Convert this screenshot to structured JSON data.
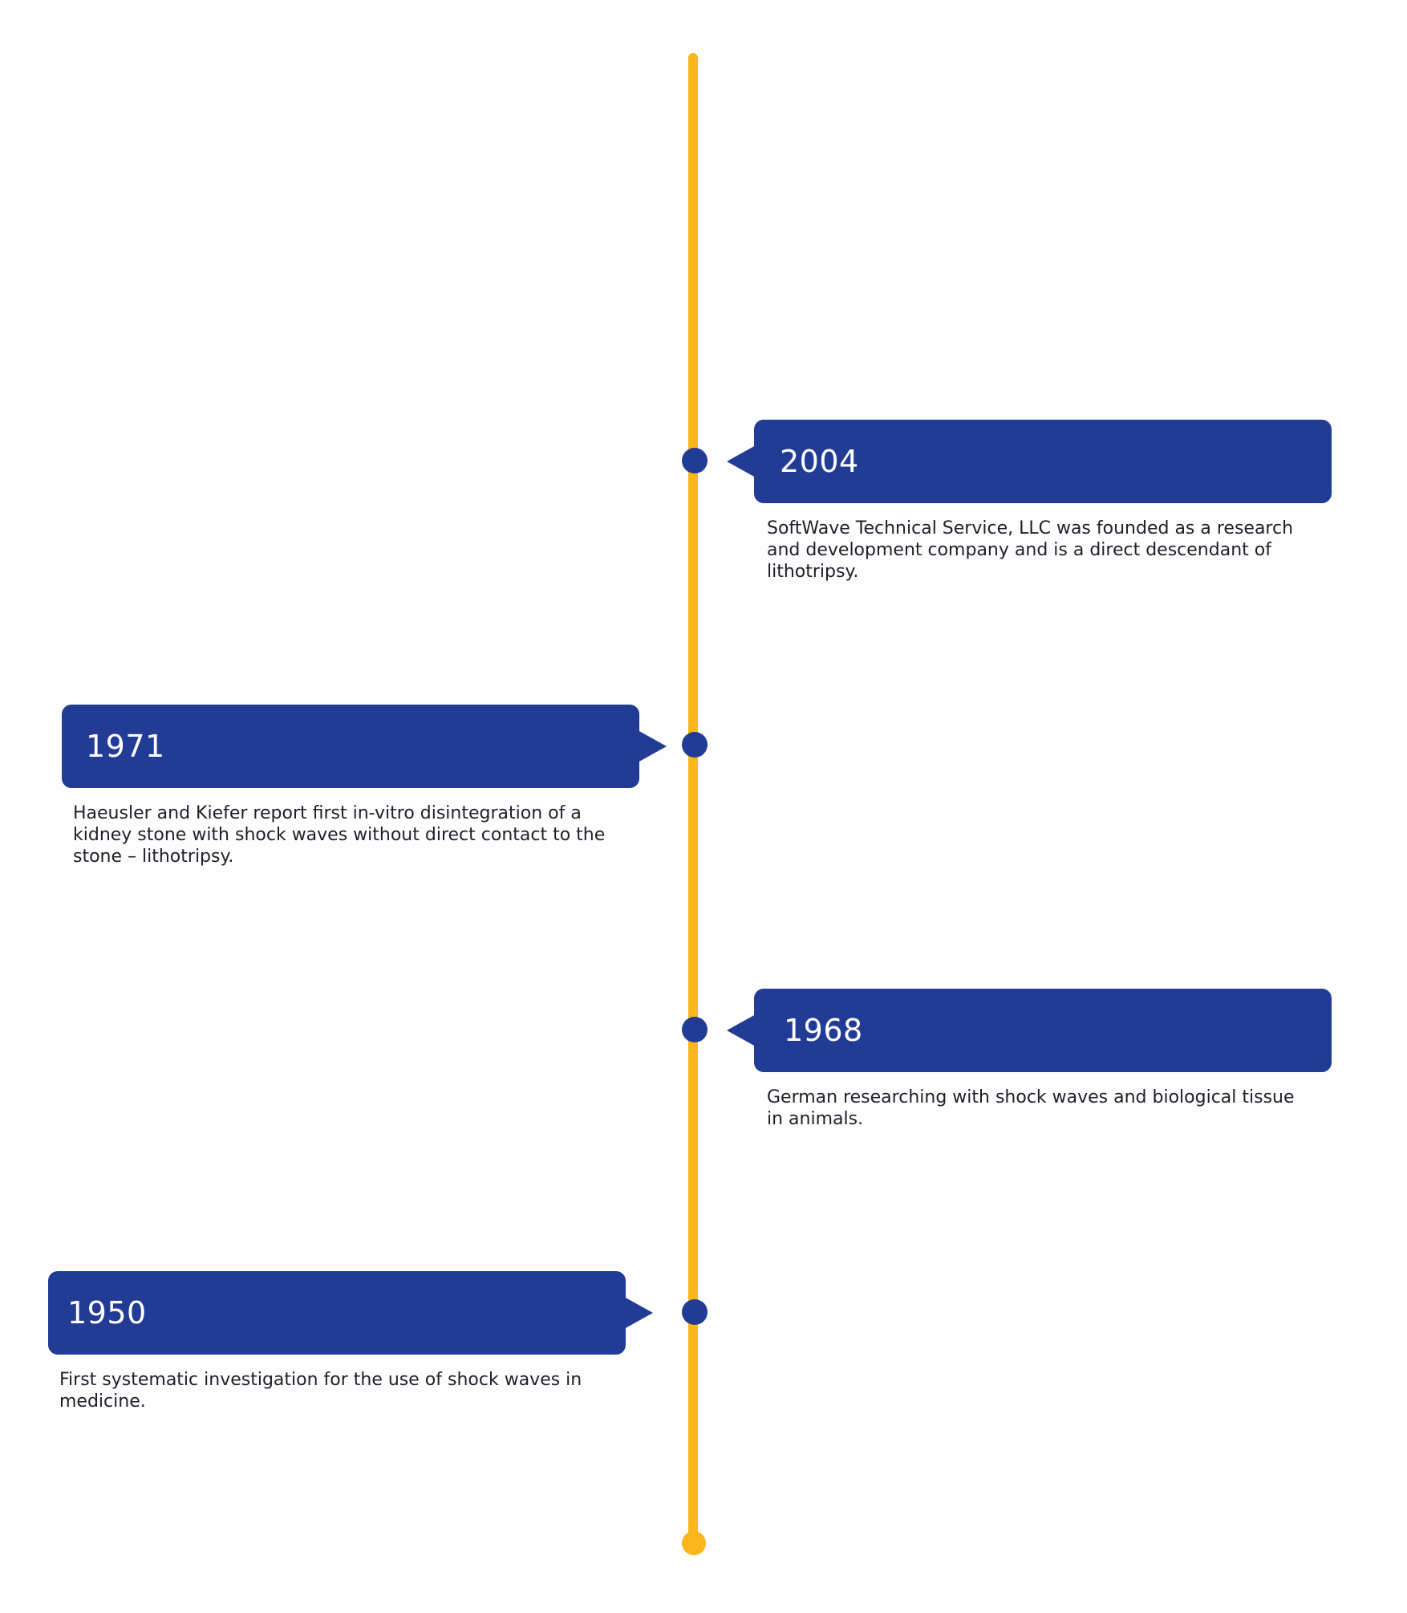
{
  "events": [
    {
      "year": "2004",
      "description": "SoftWave Technical Service, LLC was founded as a research and development company and is a direct descendant of lithotripsy."
    },
    {
      "year": "1971",
      "description": "Haeusler and Kiefer report first in-vitro disintegration of a kidney stone with shock waves without direct contact to the stone – lithotripsy."
    },
    {
      "year": "1968",
      "description": "German researching with shock waves and biological tissue in animals."
    },
    {
      "year": "1950",
      "description": "First systematic investigation for the use of shock waves in medicine."
    }
  ]
}
